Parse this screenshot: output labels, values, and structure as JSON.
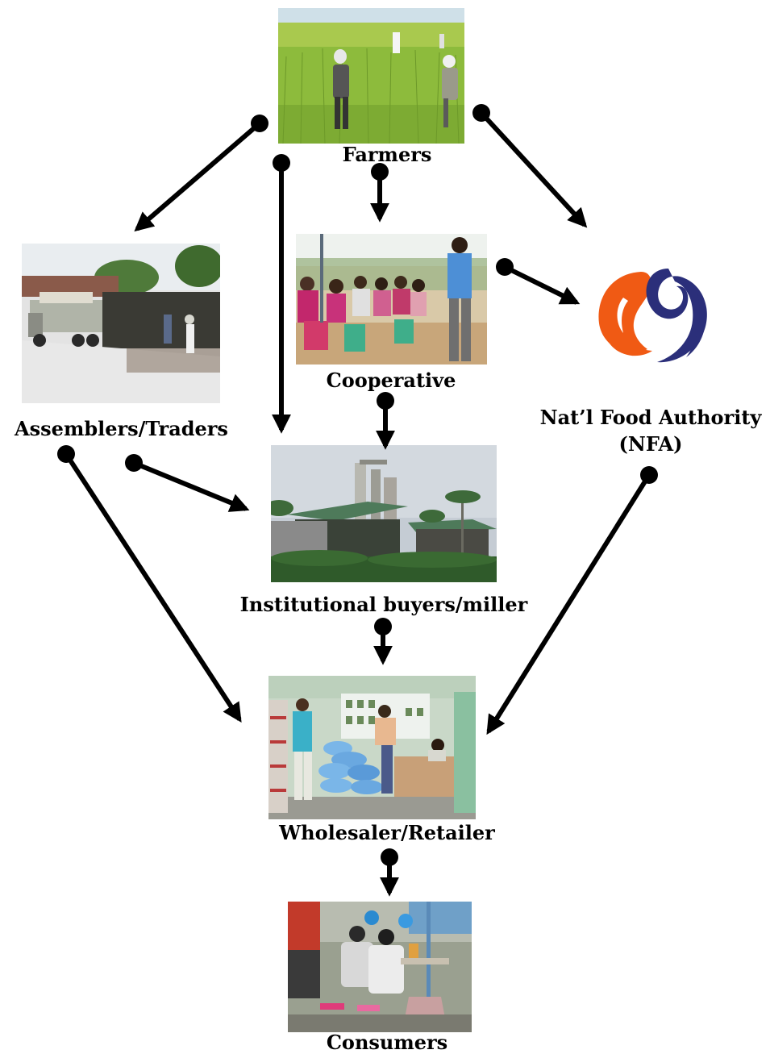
{
  "nodes": {
    "farmers": {
      "label": "Farmers"
    },
    "cooperative": {
      "label": "Cooperative"
    },
    "assemblers": {
      "label": "Assemblers/Traders"
    },
    "nfa": {
      "label_line1": "Nat’l Food Authority",
      "label_line2": "(NFA)"
    },
    "miller": {
      "label": "Institutional buyers/miller"
    },
    "wholesaler": {
      "label": "Wholesaler/Retailer"
    },
    "consumers": {
      "label": "Consumers"
    }
  },
  "colors": {
    "arrow": "#000000",
    "nfa_logo_orange": "#f05a14",
    "nfa_logo_blue": "#2b2f7a"
  },
  "icons": {
    "arrow_start": "filled-circle",
    "arrow_end": "arrowhead"
  },
  "edges": [
    {
      "from": "Farmers",
      "to": "Assemblers/Traders"
    },
    {
      "from": "Farmers",
      "to": "Institutional buyers/miller"
    },
    {
      "from": "Farmers",
      "to": "Cooperative"
    },
    {
      "from": "Farmers",
      "to": "Nat’l Food Authority (NFA)"
    },
    {
      "from": "Cooperative",
      "to": "Nat’l Food Authority (NFA)"
    },
    {
      "from": "Cooperative",
      "to": "Institutional buyers/miller"
    },
    {
      "from": "Assemblers/Traders",
      "to": "Institutional buyers/miller"
    },
    {
      "from": "Assemblers/Traders",
      "to": "Wholesaler/Retailer"
    },
    {
      "from": "Nat’l Food Authority (NFA)",
      "to": "Wholesaler/Retailer"
    },
    {
      "from": "Institutional buyers/miller",
      "to": "Wholesaler/Retailer"
    },
    {
      "from": "Wholesaler/Retailer",
      "to": "Consumers"
    }
  ]
}
